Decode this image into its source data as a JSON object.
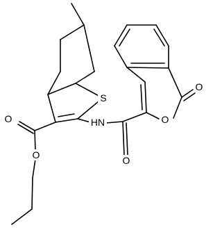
{
  "molecule": {
    "atoms": {
      "s1": "S",
      "o_ester_carbonyl": "O",
      "o_ester_link": "O",
      "nh": "HN",
      "o_amide": "O",
      "o_ring": "O",
      "o_lactone": "O"
    }
  }
}
